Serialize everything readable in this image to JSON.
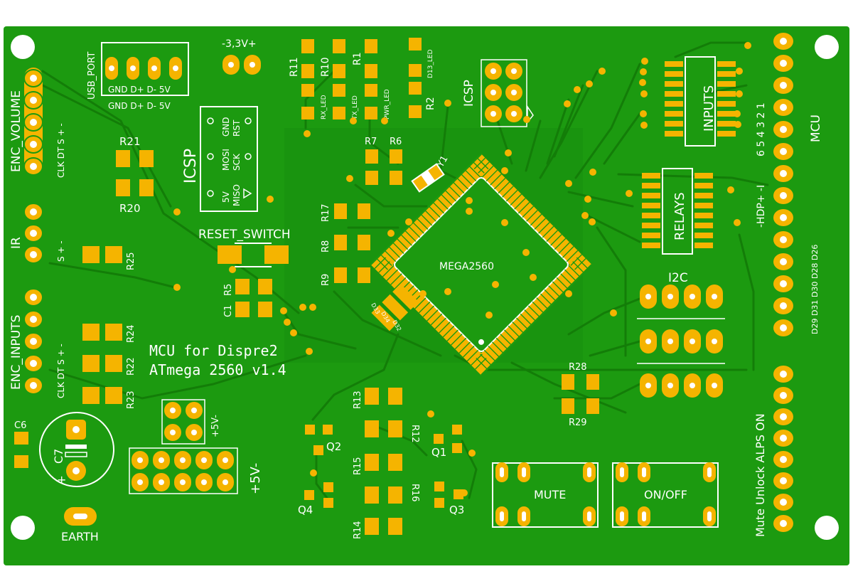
{
  "board": {
    "colors": {
      "board": "#1c9a10",
      "copper": "#178a0b",
      "pad": "#f5b400",
      "silk": "#ffffff",
      "hole": "#ffffff",
      "ic_pad": "#f5b400"
    },
    "title_line1": "MCU for Dispre2",
    "title_line2": "ATmega 2560 v1.4"
  },
  "labels": {
    "usb_port": "USB_PORT",
    "usb_pins_top": "GND D+ D-  5V",
    "usb_pins_bottom": "GND D+ D-  5V",
    "v33": "-3,3V+",
    "enc_volume": "ENC_VOLUME",
    "enc_volume_pins_top": "-  +  S  DT  CLK",
    "ir": "IR",
    "ir_pins": "-  +  S",
    "enc_inputs": "ENC_INPUTS",
    "enc_inputs_pins": "-  +  S  DT  CLK",
    "icsp_left": "ICSP",
    "icsp_gnd": "GND",
    "icsp_rst": "RST",
    "icsp_mosi": "MOSI",
    "icsp_sck": "SCK",
    "icsp_5v": "5V",
    "icsp_miso": "MISO",
    "reset_switch": "RESET_SWITCH",
    "icsp_right": "ICSP",
    "mcu_chip": "MEGA2560",
    "y1": "Y1",
    "inputs": "INPUTS",
    "relays": "RELAYS",
    "i2c": "I2C",
    "mcu": "MCU",
    "mcu_pins": "1  2  3  4  5  6",
    "hdp": "-HDP+ -I",
    "d_pins": "D29 D31 D30 D28 D26",
    "alps": "Mute Unlock ALPS  ON",
    "mute": "MUTE",
    "onoff": "ON/OFF",
    "earth": "EARTH",
    "plus5v_small": "+5V-",
    "plus5v_big": "+5V-",
    "c6": "C6",
    "c7": "C7",
    "c7_plus": "+",
    "rx_led": "RX_LED",
    "tx_led": "TX_LED",
    "pwr_led": "PWR_LED",
    "d13_led": "D13_LED",
    "d33": "D33",
    "d34": "D34",
    "d32": "D32",
    "r11": "R11",
    "r10": "R10",
    "r1": "R1",
    "r2": "R2",
    "r7": "R7",
    "r6": "R6",
    "r21": "R21",
    "r20": "R20",
    "r25": "R25",
    "r24": "R24",
    "r22": "R22",
    "r23": "R23",
    "r17": "R17",
    "r8": "R8",
    "r9": "R9",
    "r5": "R5",
    "c1": "C1",
    "r13": "R13",
    "r12": "R12",
    "r15": "R15",
    "r16": "R16",
    "r14": "R14",
    "q1": "Q1",
    "q2": "Q2",
    "q3": "Q3",
    "q4": "Q4",
    "r28": "R28",
    "r29": "R29"
  }
}
